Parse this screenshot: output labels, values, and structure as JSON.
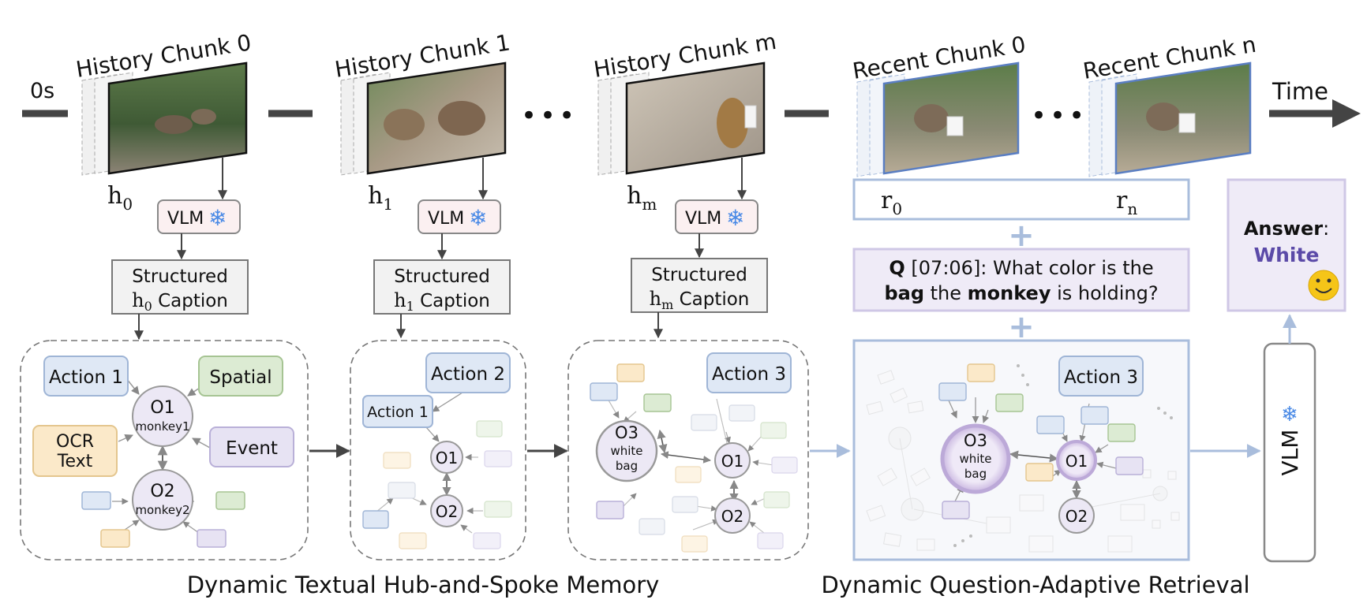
{
  "timeline": {
    "start_label": "0s",
    "end_label": "Time",
    "chunks": [
      {
        "title": "History Chunk 0",
        "var": "h",
        "sub": "0"
      },
      {
        "title": "History Chunk 1",
        "var": "h",
        "sub": "1"
      },
      {
        "title": "History Chunk m",
        "var": "h",
        "sub": "m"
      },
      {
        "title": "Recent Chunk 0",
        "var": "r",
        "sub": "0"
      },
      {
        "title": "Recent Chunk n",
        "var": "r",
        "sub": "n"
      }
    ],
    "ellipsis": "•••"
  },
  "vlm_label": "VLM",
  "frozen_icon": "snowflake-icon",
  "captions": [
    {
      "line1": "Structured",
      "var": "h",
      "sub": "0",
      "word": "Caption"
    },
    {
      "line1": "Structured",
      "var": "h",
      "sub": "1",
      "word": "Caption"
    },
    {
      "line1": "Structured",
      "var": "h",
      "sub": "m",
      "word": "Caption"
    }
  ],
  "graph0": {
    "action": "Action 1",
    "spatial": "Spatial",
    "ocr_line1": "OCR",
    "ocr_line2": "Text",
    "event": "Event",
    "o1": "O1",
    "o1_sub": "monkey1",
    "o2": "O2",
    "o2_sub": "monkey2"
  },
  "graph1": {
    "action_a": "Action 2",
    "action_b": "Action 1",
    "o1": "O1",
    "o2": "O2"
  },
  "graph2": {
    "action": "Action 3",
    "o3": "O3",
    "o3_line1": "white",
    "o3_line2": "bag",
    "o1": "O1",
    "o2": "O2"
  },
  "graph3": {
    "action": "Action 3",
    "o3": "O3",
    "o3_line1": "white",
    "o3_line2": "bag",
    "o1": "O1",
    "o2": "O2"
  },
  "plus": "+",
  "question": {
    "q": "Q",
    "time": " [07:06]: What color is the",
    "bold1": "bag",
    "mid": " the ",
    "bold2": "monkey",
    "end": " is holding?"
  },
  "answer": {
    "label": "Answer",
    "colon": ":",
    "value": "White",
    "emoji_icon": "smiley-icon"
  },
  "section_labels": {
    "memory": "Dynamic Textual Hub-and-Spoke Memory",
    "retrieval": "Dynamic Question-Adaptive Retrieval"
  },
  "colors": {
    "blue_box": "#dfe8f5",
    "blue_stroke": "#9fb5d6",
    "green_box": "#dcebd3",
    "green_stroke": "#a6c493",
    "orange_box": "#fbe9c9",
    "orange_stroke": "#e4c68e",
    "purple_box": "#e7e3f3",
    "purple_stroke": "#b9b0d8",
    "retrieval_blue": "#a9bddc",
    "answer_purple": "#5b4aa8",
    "snowflake": "#4a8ae6"
  }
}
